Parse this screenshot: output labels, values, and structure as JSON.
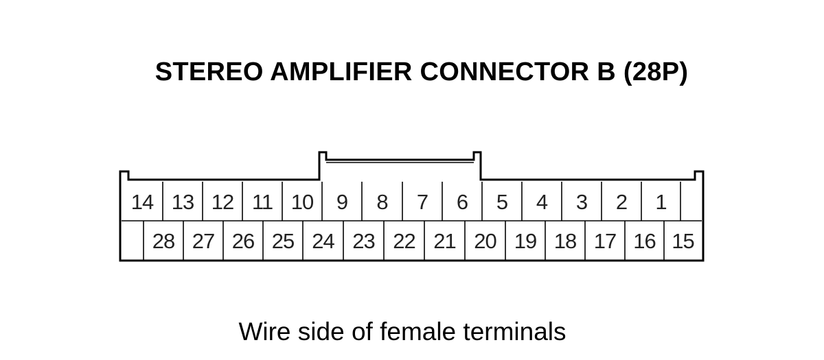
{
  "title": "STEREO AMPLIFIER CONNECTOR B (28P)",
  "caption": "Wire side of female terminals",
  "connector": {
    "top_row": [
      "14",
      "13",
      "12",
      "11",
      "10",
      "9",
      "8",
      "7",
      "6",
      "5",
      "4",
      "3",
      "2",
      "1",
      ""
    ],
    "bottom_row": [
      "",
      "28",
      "27",
      "26",
      "25",
      "24",
      "23",
      "22",
      "21",
      "20",
      "19",
      "18",
      "17",
      "16",
      "15"
    ]
  }
}
